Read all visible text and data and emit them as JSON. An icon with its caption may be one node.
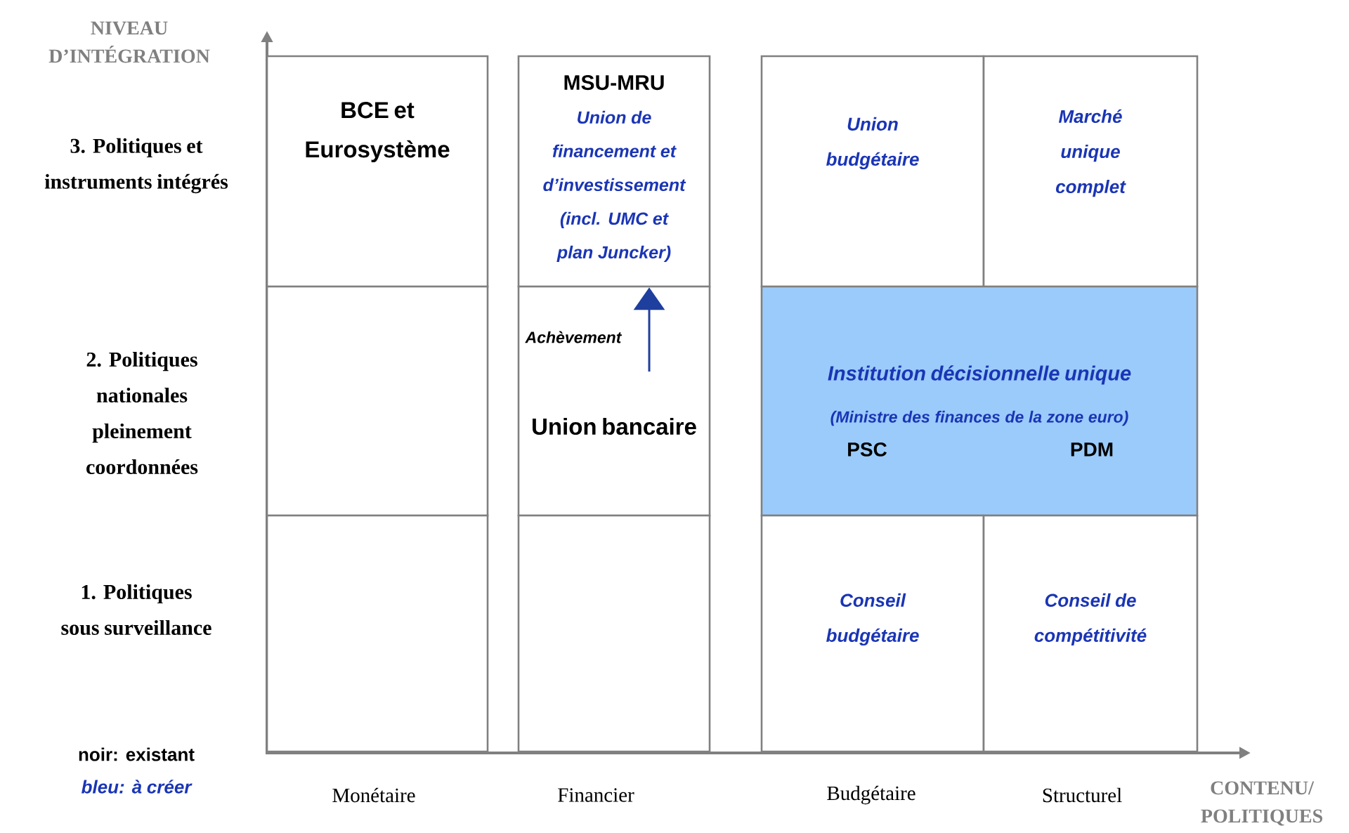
{
  "diagram": {
    "nodes": [
      {
        "text": [
          "BCE et Eurosystème"
        ]
      },
      {
        "text": [
          "MSU-MRU",
          "Union de financement et d’investissement (incl. UMC et plan Juncker)"
        ]
      },
      {
        "text": [
          "Union budgétaire"
        ]
      },
      {
        "text": [
          "Marché unique complet"
        ]
      },
      {
        "text": [],
        "shape": "box"
      },
      {
        "text": [
          "Union bancaire"
        ]
      },
      {
        "text": [
          "Institution décisionnelle unique",
          "(Ministre des finances de la zone euro)",
          "PSC",
          "PDM"
        ]
      },
      {
        "text": [],
        "shape": "box"
      },
      {
        "text": [],
        "shape": "box"
      },
      {
        "text": [
          "Conseil budgétaire"
        ]
      },
      {
        "text": [
          "Conseil de compétitivité"
        ]
      }
    ],
    "edges": [
      {
        "from": 5,
        "to": 1,
        "arrow": "to",
        "label": "Achèvement"
      }
    ],
    "labels": [
      "NIVEAU D’INTÉGRATION",
      "3. Politiques et instruments intégrés",
      "2. Politiques nationales pleinement coordonnées",
      "1. Politiques sous surveillance",
      "noir: existant",
      "bleu: à créer",
      "Monétaire",
      "Financier",
      "Budgétaire",
      "Structurel",
      "CONTENU/ POLITIQUES"
    ]
  }
}
